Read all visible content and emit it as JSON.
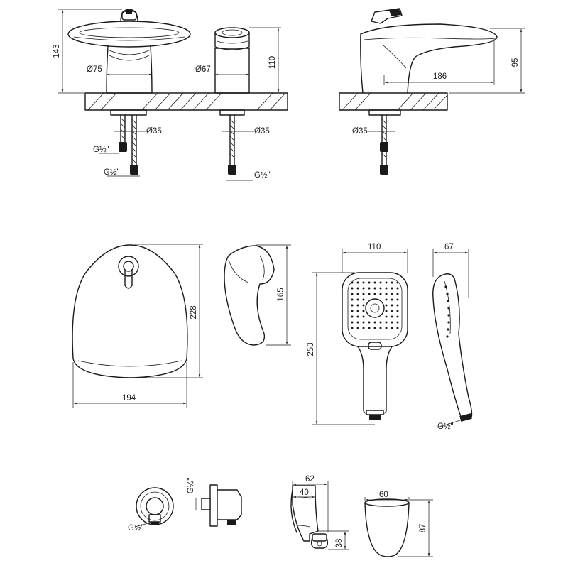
{
  "dims": {
    "basin_height": "143",
    "basin_diameter": "Ø75",
    "mixer_diameter": "Ø67",
    "mixer_height": "110",
    "hose_diameter_1": "Ø35",
    "hose_diameter_2": "Ø35",
    "thread_1": "G½\"",
    "thread_2": "G½\"",
    "thread_3": "G½\"",
    "spout_height": "95",
    "spout_reach": "186",
    "hose_diameter_3": "Ø35",
    "plate_height": "228",
    "plate_width": "194",
    "handle_height": "165",
    "head_width": "110",
    "head_length": "253",
    "head_depth": "67",
    "head_thread": "G½\"",
    "outlet_thread_front": "G½\"",
    "outlet_thread_side": "G½\"",
    "holder_width_outer": "62",
    "holder_width_inner": "40",
    "holder_height": "38",
    "cup_width": "60",
    "cup_height": "87"
  }
}
